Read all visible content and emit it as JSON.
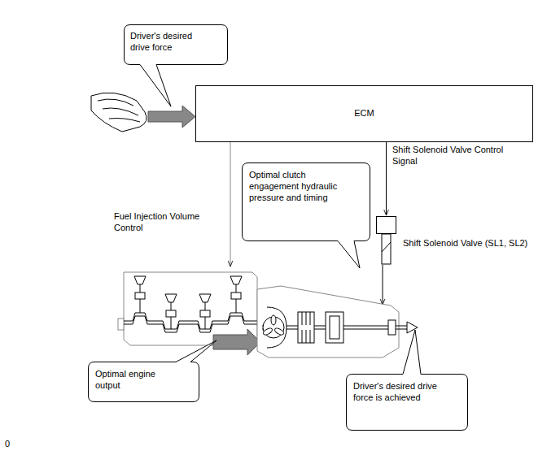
{
  "diagram": {
    "nodes": [
      {
        "text": [
          "Driver's desired drive force"
        ]
      },
      {
        "text": [
          "ECM"
        ]
      },
      {
        "text": [
          "Optimal clutch engagement hydraulic pressure and timing"
        ]
      },
      {
        "text": [
          "Shift Solenoid Valve (SL1, SL2)"
        ]
      },
      {
        "text": [
          "Optimal engine output"
        ]
      },
      {
        "text": [
          "Driver's desired drive force is achieved"
        ]
      }
    ],
    "edges": [
      {
        "from": 1,
        "to": 3,
        "arrow": "to"
      }
    ],
    "labels": [
      "Shift Solenoid Valve Control Signal",
      "Fuel Injection Volume Control",
      "0"
    ]
  }
}
